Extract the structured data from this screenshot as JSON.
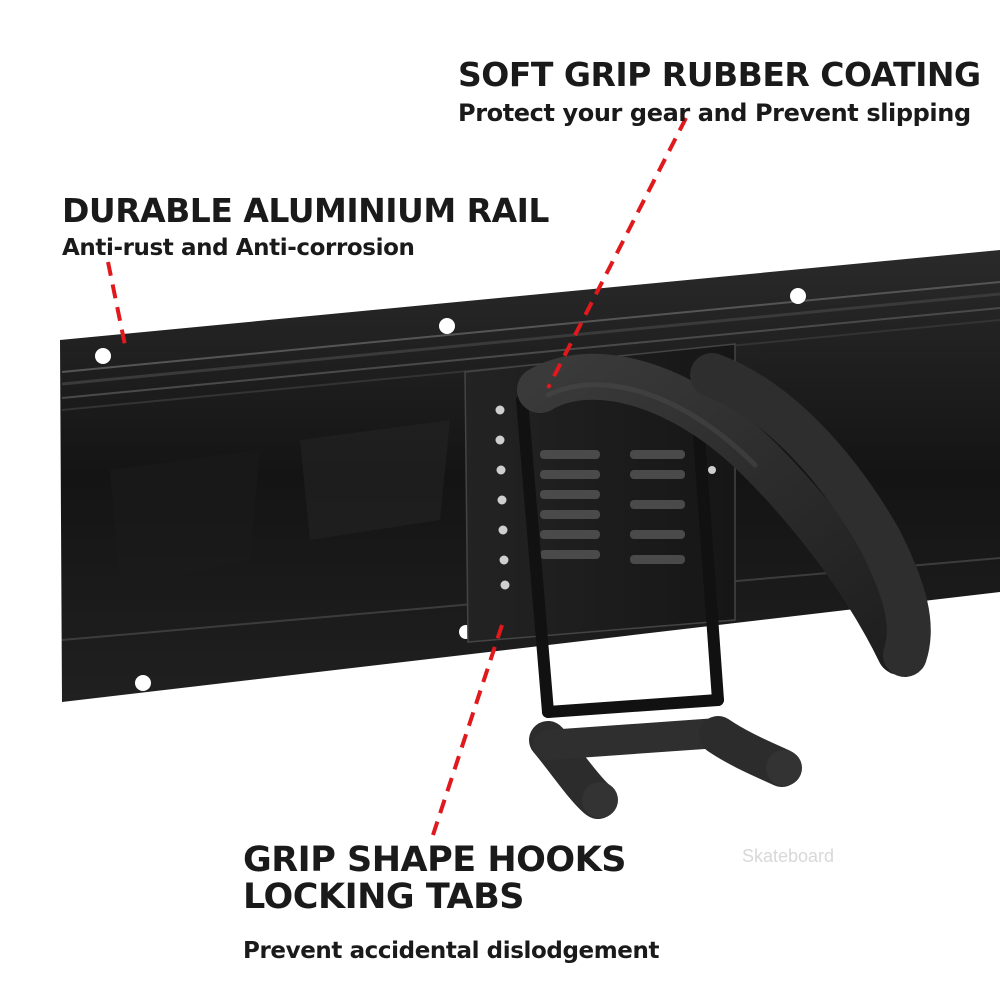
{
  "callouts": {
    "soft_grip": {
      "title": "SOFT GRIP RUBBER COATING",
      "subtitle": "Protect your gear and Prevent slipping"
    },
    "rail": {
      "title": "DURABLE ALUMINIUM RAIL",
      "subtitle": "Anti-rust and Anti-corrosion"
    },
    "hooks": {
      "title_line1": "GRIP SHAPE HOOKS",
      "title_line2": "LOCKING TABS",
      "subtitle": "Prevent accidental dislodgement"
    }
  },
  "watermark_text": "Skateboard",
  "colors": {
    "leader_line": "#e0191c",
    "rail_metal": "#1c1c1c",
    "rubber_coating": "#2a2a2a",
    "background": "#ffffff",
    "text": "#1a1a1a"
  }
}
